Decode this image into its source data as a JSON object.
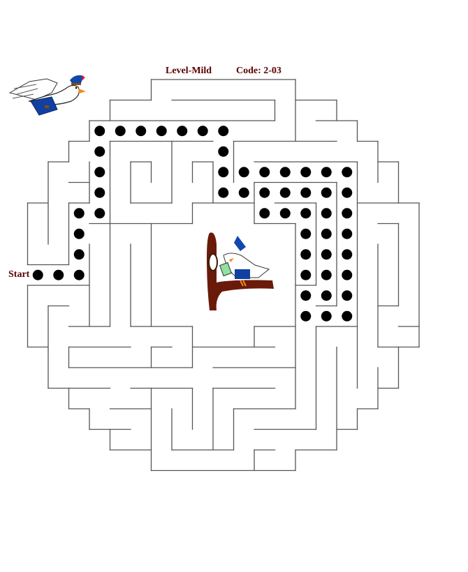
{
  "header": {
    "level_label": "Level-Mild",
    "code_label": "Code: 2-03"
  },
  "maze": {
    "start_label": "Start",
    "wall_color": "#555555",
    "dot_color": "#000000",
    "label_color": "#5a0000"
  },
  "images": {
    "flying_bird_icon": "mail-pigeon-icon",
    "center_bird_icon": "bird-on-branch-icon"
  }
}
